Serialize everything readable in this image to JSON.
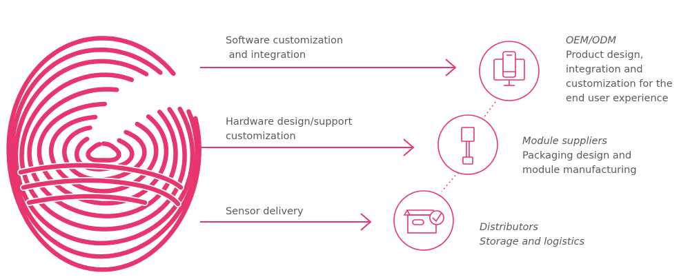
{
  "colors": {
    "accent": "#e8356d",
    "text": "#5a5a5a"
  },
  "flows": [
    {
      "lines": [
        "Software customization",
        " and integration"
      ]
    },
    {
      "lines": [
        "Hardware design/support",
        "customization"
      ]
    },
    {
      "lines": [
        "Sensor delivery"
      ]
    }
  ],
  "nodes": [
    {
      "icon": "monitor-phone-icon",
      "title": "OEM/ODM",
      "lines": [
        "Product design,",
        "integration and",
        "customization for the",
        "end user experience"
      ]
    },
    {
      "icon": "sensor-module-icon",
      "title": "Module suppliers",
      "lines": [
        "Packaging design and",
        "module manufacturing"
      ]
    },
    {
      "icon": "package-check-icon",
      "title": "Distributors",
      "lines": [
        "Storage and logistics"
      ]
    }
  ]
}
